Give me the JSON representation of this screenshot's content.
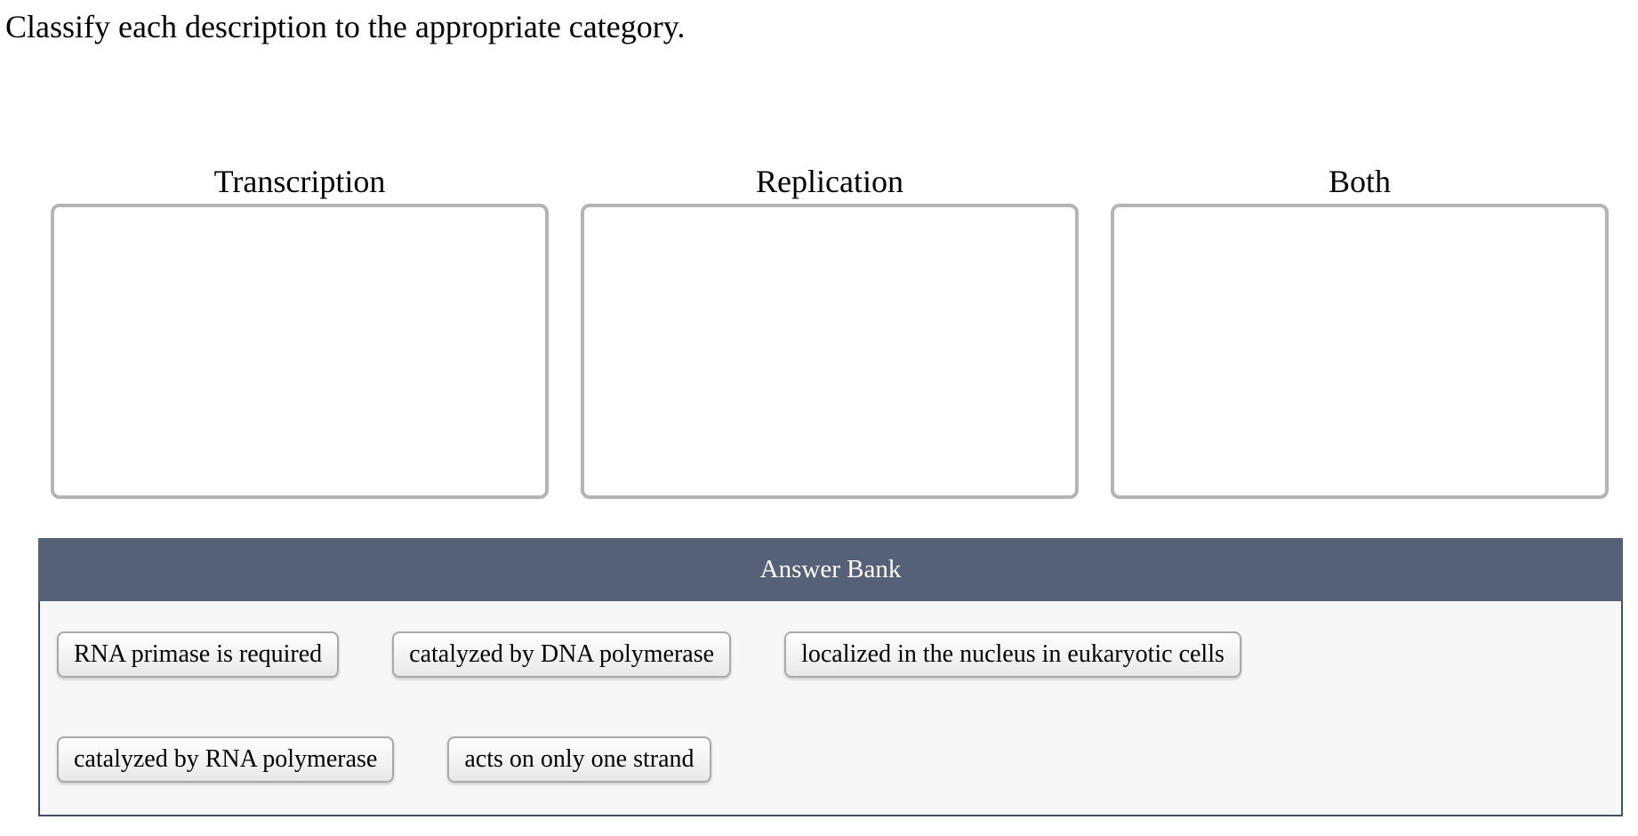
{
  "instruction": "Classify each description to the appropriate category.",
  "categories": [
    {
      "label": "Transcription"
    },
    {
      "label": "Replication"
    },
    {
      "label": "Both"
    }
  ],
  "answer_bank": {
    "header": "Answer Bank",
    "items": [
      "RNA primase is required",
      "catalyzed by DNA polymerase",
      "localized in the nucleus in eukaryotic cells",
      "catalyzed by RNA polymerase",
      "acts on only one strand"
    ]
  },
  "colors": {
    "bank_header_bg": "#546177",
    "bank_border": "#44506a",
    "bank_body_bg": "#f7f7f7",
    "zone_border": "#b4b4b4",
    "chip_border": "#a9a9a9"
  }
}
